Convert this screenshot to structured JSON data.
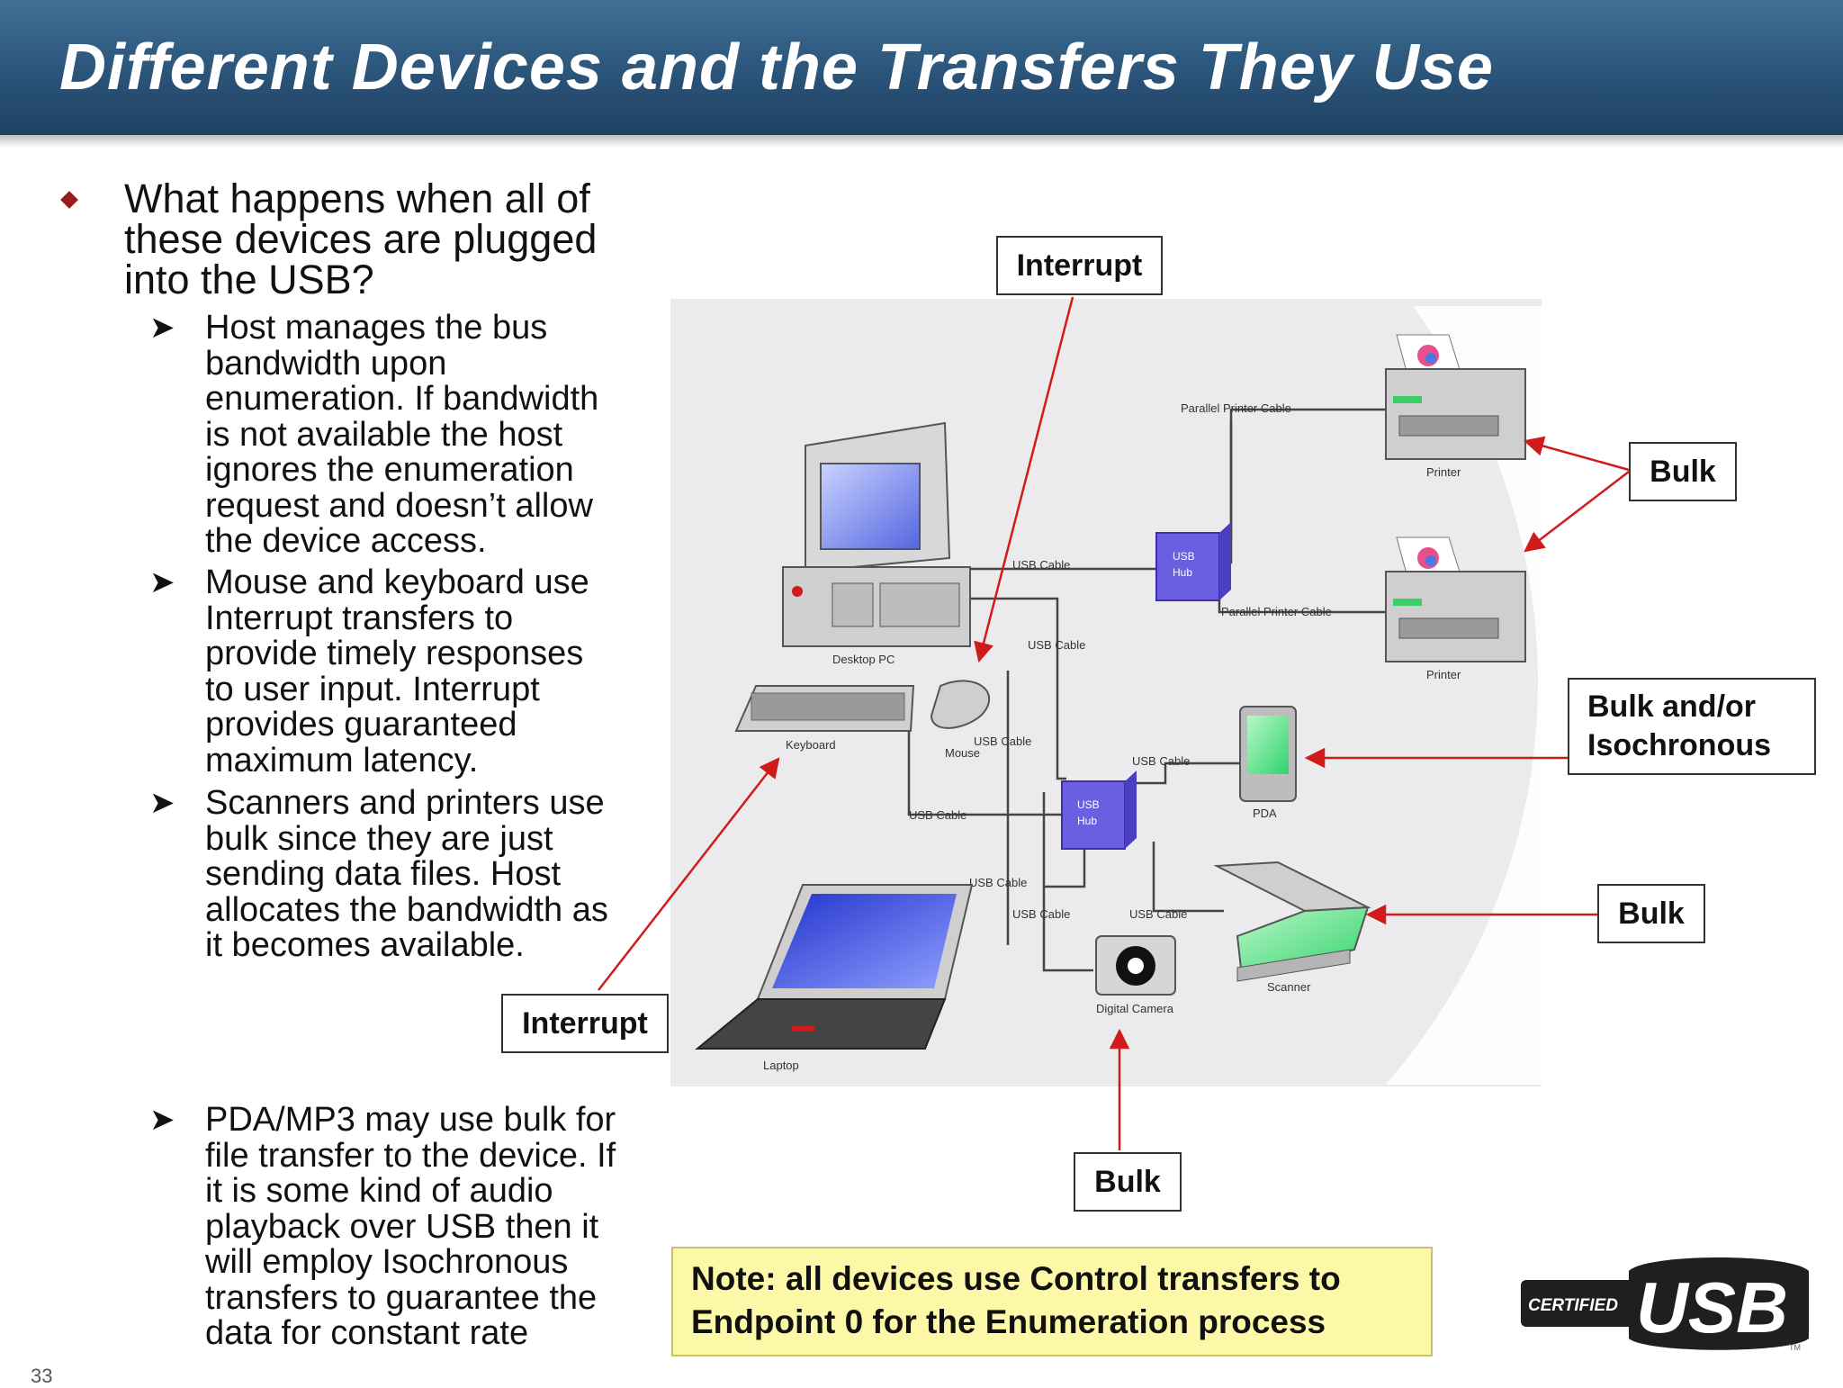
{
  "title": "Different Devices and the Transfers They Use",
  "main_bullet": [
    "What happens when all of",
    "these devices are plugged",
    "into the USB?"
  ],
  "sub_bullets": [
    [
      "Host manages the bus",
      "bandwidth upon",
      "enumeration.  If bandwidth",
      "is not available the host",
      "ignores the enumeration",
      "request and doesn’t allow",
      "the device access."
    ],
    [
      "Mouse and keyboard use",
      "Interrupt transfers to",
      "provide timely responses",
      "to user input.  Interrupt",
      "provides guaranteed",
      "maximum latency."
    ],
    [
      "Scanners and printers use",
      "bulk since they are just",
      "sending data files.  Host",
      "allocates the bandwidth as",
      "it becomes available."
    ],
    [
      "PDA/MP3 may use bulk for",
      "file transfer to the device. If",
      "it is some kind of audio",
      "playback over USB then it",
      "will employ Isochronous",
      "transfers to guarantee the",
      "data for constant rate"
    ]
  ],
  "callouts": {
    "interrupt_top": "Interrupt",
    "interrupt_left": "Interrupt",
    "bulk_printers": "Bulk",
    "bulk_or_iso": [
      "Bulk and/or",
      "Isochronous"
    ],
    "bulk_scanner": "Bulk",
    "bulk_camera": "Bulk"
  },
  "device_labels": {
    "desktop": "Desktop PC",
    "keyboard": "Keyboard",
    "mouse": "Mouse",
    "printer1": "Printer",
    "printer2": "Printer",
    "pda": "PDA",
    "scanner": "Scanner",
    "camera": "Digital Camera",
    "laptop": "Laptop",
    "usb_hub": [
      "USB",
      "Hub"
    ]
  },
  "cable_labels": {
    "usb_cable": "USB Cable",
    "parallel_printer_cable": "Parallel Printer Cable"
  },
  "note": [
    "Note: all devices use Control transfers to",
    "Endpoint 0 for the Enumeration process"
  ],
  "logo": {
    "certified": "CERTIFIED",
    "usb": "USB",
    "tm": "TM"
  },
  "slide_number": "33",
  "colors": {
    "header": "#2b5479",
    "bullet": "#9a1b1b",
    "arrow": "#d11a1a",
    "note_bg": "#fdf7a8",
    "hub": "#6a5fe0"
  }
}
